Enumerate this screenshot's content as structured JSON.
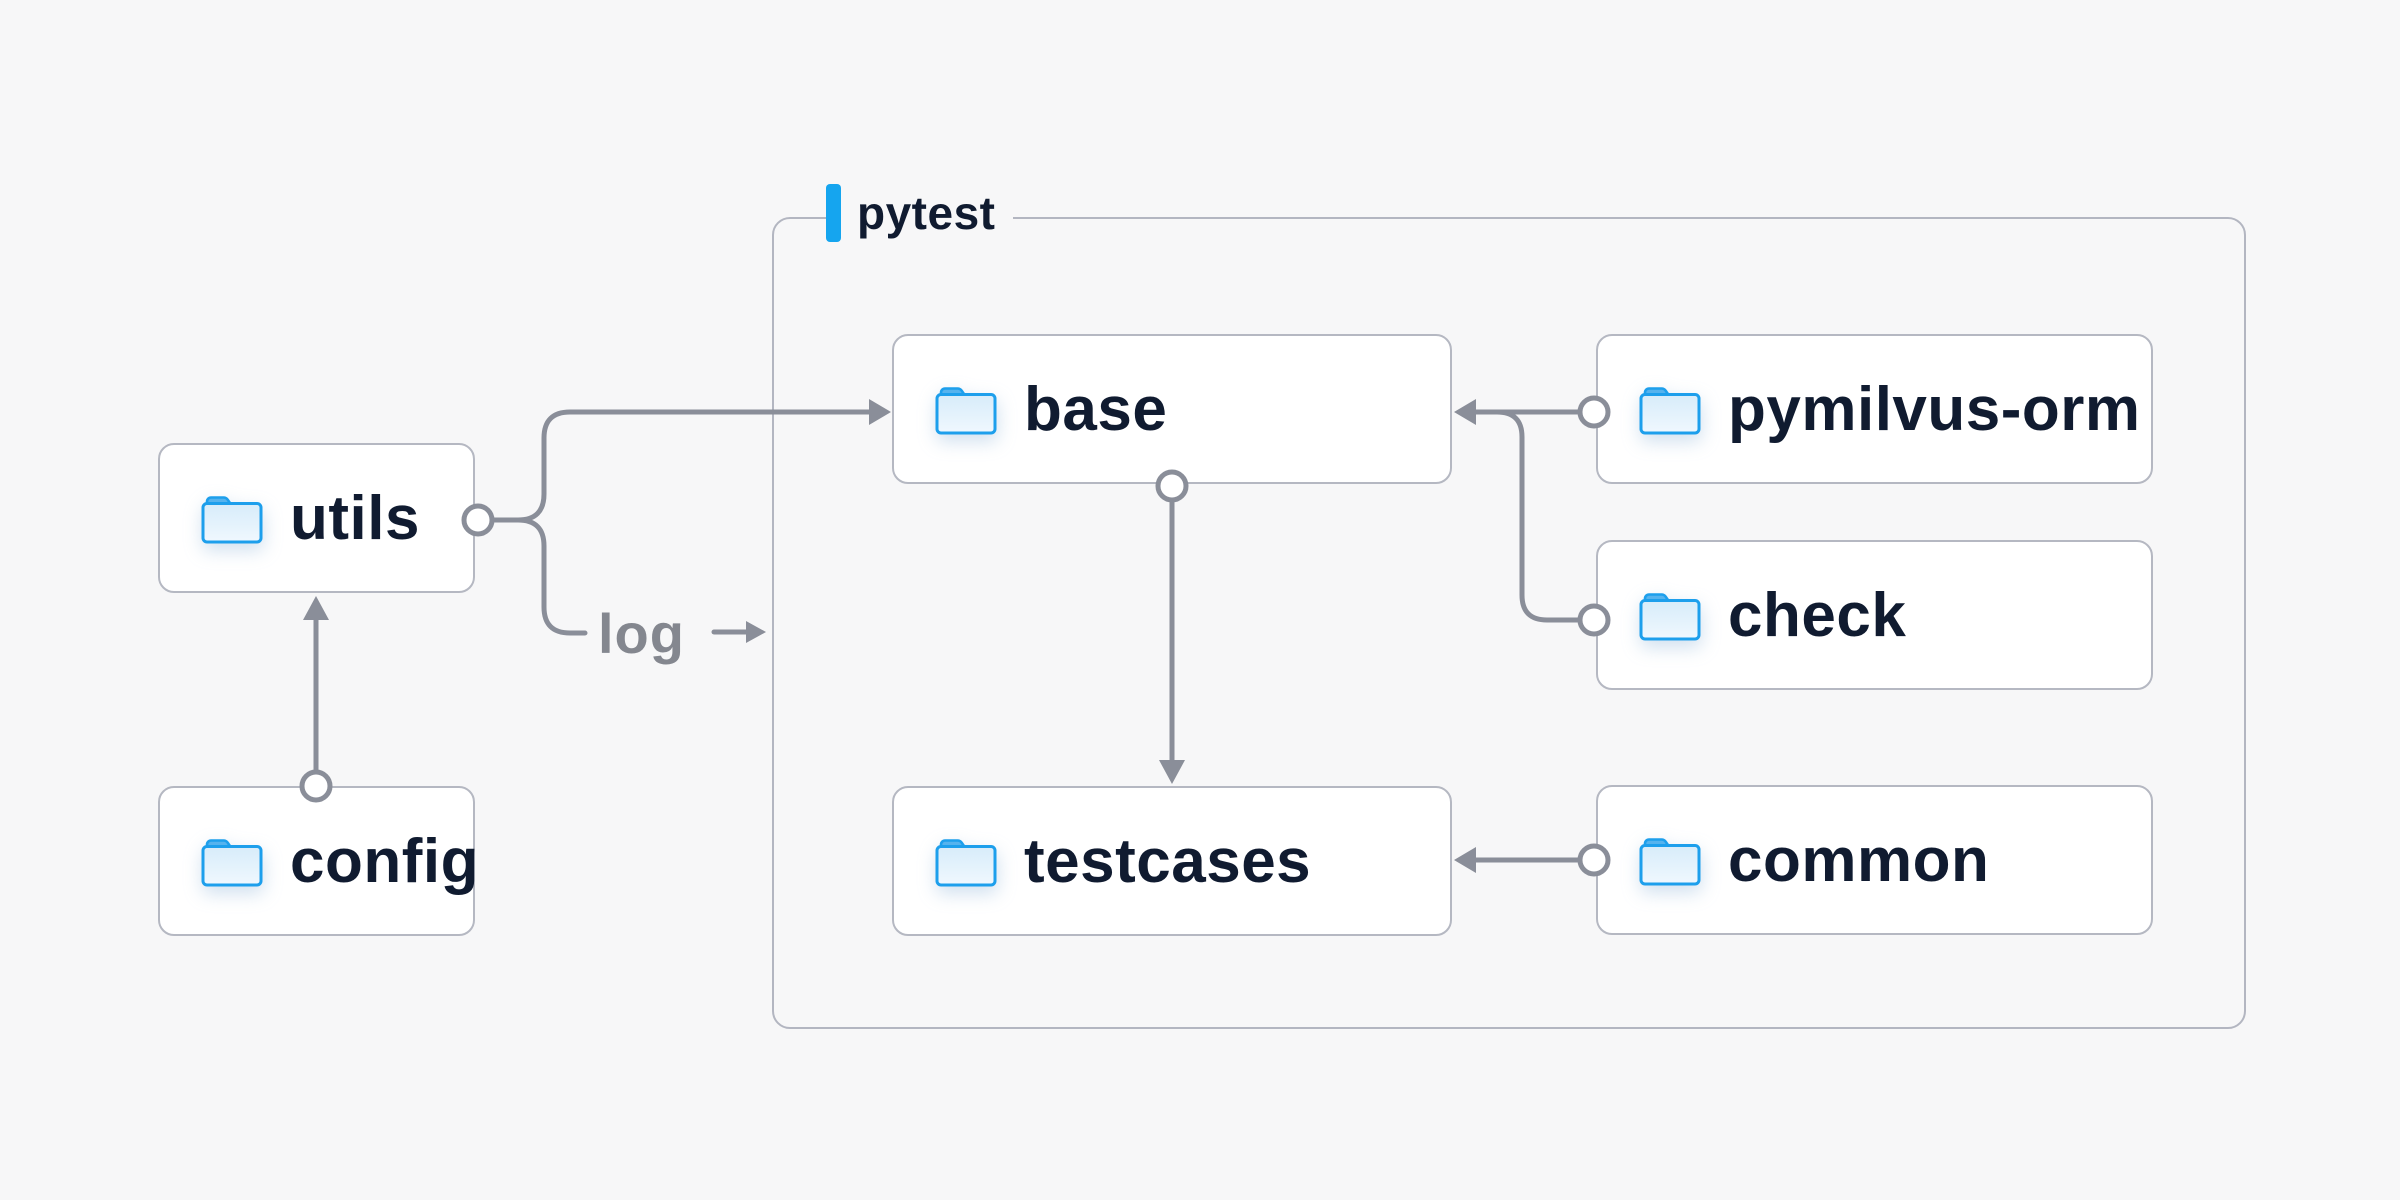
{
  "diagram": {
    "group": {
      "label": "pytest"
    },
    "nodes": [
      {
        "id": "utils",
        "label": "utils",
        "icon": "folder-icon"
      },
      {
        "id": "config",
        "label": "config",
        "icon": "folder-icon"
      },
      {
        "id": "base",
        "label": "base",
        "icon": "folder-icon",
        "group": "pytest"
      },
      {
        "id": "pymilvus-orm",
        "label": "pymilvus-orm",
        "icon": "folder-icon",
        "group": "pytest"
      },
      {
        "id": "check",
        "label": "check",
        "icon": "folder-icon",
        "group": "pytest"
      },
      {
        "id": "testcases",
        "label": "testcases",
        "icon": "folder-icon",
        "group": "pytest"
      },
      {
        "id": "common",
        "label": "common",
        "icon": "folder-icon",
        "group": "pytest"
      }
    ],
    "edges": [
      {
        "from": "config",
        "to": "utils",
        "label": ""
      },
      {
        "from": "utils",
        "to": "base",
        "label": ""
      },
      {
        "from": "utils",
        "to": "pytest-group",
        "label": "log"
      },
      {
        "from": "base",
        "to": "testcases",
        "label": ""
      },
      {
        "from": "pymilvus-orm",
        "to": "base",
        "label": ""
      },
      {
        "from": "check",
        "to": "base",
        "label": ""
      },
      {
        "from": "common",
        "to": "testcases",
        "label": ""
      }
    ],
    "colors": {
      "background": "#f7f7f8",
      "node_background": "#ffffff",
      "node_border": "#b5b8c2",
      "wire": "#8a8e99",
      "text": "#101b30",
      "edge_label_text": "#84878f",
      "accent_blue": "#15a5ef",
      "folder_stroke": "#1d9fec",
      "folder_tab": "#55b3ee"
    }
  }
}
